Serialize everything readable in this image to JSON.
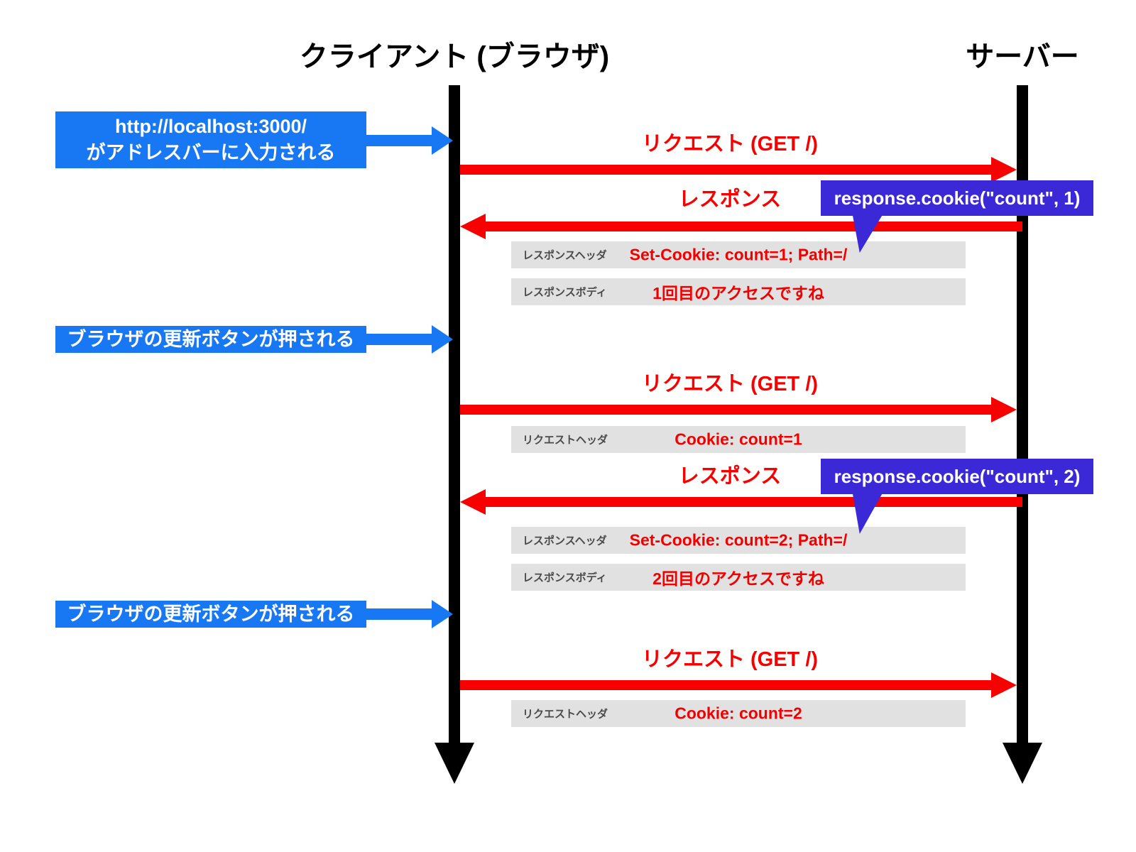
{
  "titles": {
    "client": "クライアント (ブラウザ)",
    "server": "サーバー"
  },
  "client_events": [
    {
      "line1": "http://localhost:3000/",
      "line2": "がアドレスバーに入力される"
    },
    {
      "line1": "ブラウザの更新ボタンが押される"
    },
    {
      "line1": "ブラウザの更新ボタンが押される"
    }
  ],
  "messages": [
    {
      "direction": "request",
      "label": "リクエスト (GET /)"
    },
    {
      "direction": "response",
      "label": "レスポンス"
    },
    {
      "direction": "request",
      "label": "リクエスト (GET /)"
    },
    {
      "direction": "response",
      "label": "レスポンス"
    },
    {
      "direction": "request",
      "label": "リクエスト (GET /)"
    }
  ],
  "code_callouts": [
    {
      "code": "response.cookie(\"count\", 1)"
    },
    {
      "code": "response.cookie(\"count\", 2)"
    }
  ],
  "info_boxes": [
    {
      "label": "レスポンスヘッダ",
      "value": "Set-Cookie: count=1; Path=/"
    },
    {
      "label": "レスポンスボディ",
      "value": "1回目のアクセスですね"
    },
    {
      "label": "リクエストヘッダ",
      "value": "Cookie: count=1"
    },
    {
      "label": "レスポンスヘッダ",
      "value": "Set-Cookie: count=2; Path=/"
    },
    {
      "label": "レスポンスボディ",
      "value": "2回目のアクセスですね"
    },
    {
      "label": "リクエストヘッダ",
      "value": "Cookie: count=2"
    }
  ],
  "colors": {
    "event_blue": "#1877F2",
    "code_purple": "#3B28D6",
    "message_red": "#F90000",
    "info_gray": "#E1E1E1",
    "lifeline_black": "#000000"
  }
}
